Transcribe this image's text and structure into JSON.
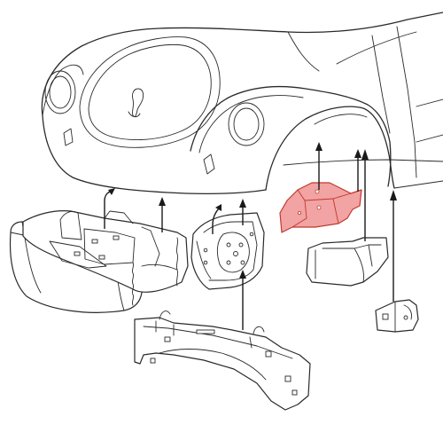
{
  "diagram": {
    "subject": "exploded-parts-front-body",
    "colors": {
      "line": "#2a2a2a",
      "background": "#ffffff",
      "highlight_fill": "#f2a3a3",
      "highlight_stroke": "#c0392b"
    },
    "parts": [
      {
        "name": "front-apron-part",
        "highlighted": false
      },
      {
        "name": "front-crossmember-part",
        "highlighted": false
      },
      {
        "name": "inner-wheel-housing-part",
        "highlighted": false
      },
      {
        "name": "fender-support-bracket-part",
        "highlighted": true
      },
      {
        "name": "heater-channel-end-part",
        "highlighted": false
      },
      {
        "name": "frame-head-part",
        "highlighted": false
      },
      {
        "name": "jack-point-bracket-part",
        "highlighted": false
      }
    ],
    "arrow_count": 9
  }
}
